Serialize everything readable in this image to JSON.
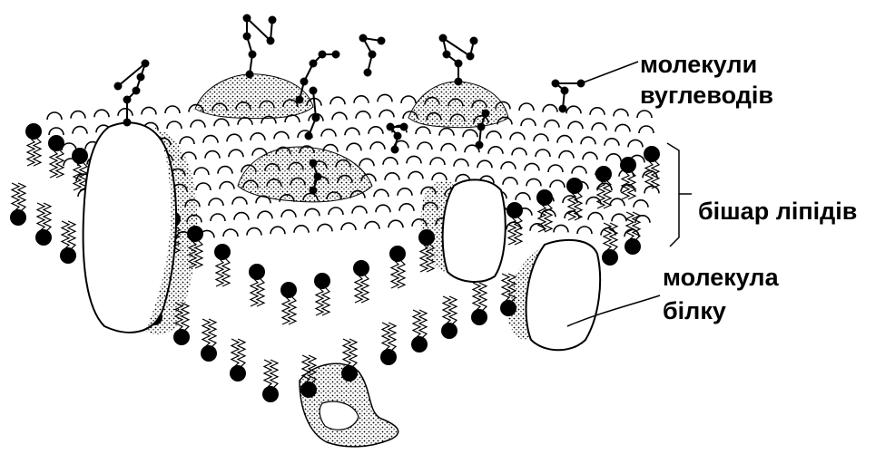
{
  "labels": {
    "carbohydrates_line1": "молекули",
    "carbohydrates_line2": "вуглеводів",
    "lipid_bilayer": "бішар ліпідів",
    "protein_line1": "молекула",
    "protein_line2": "білку"
  },
  "colors": {
    "ink": "#000000",
    "background": "#ffffff",
    "stipple": "#000000"
  }
}
